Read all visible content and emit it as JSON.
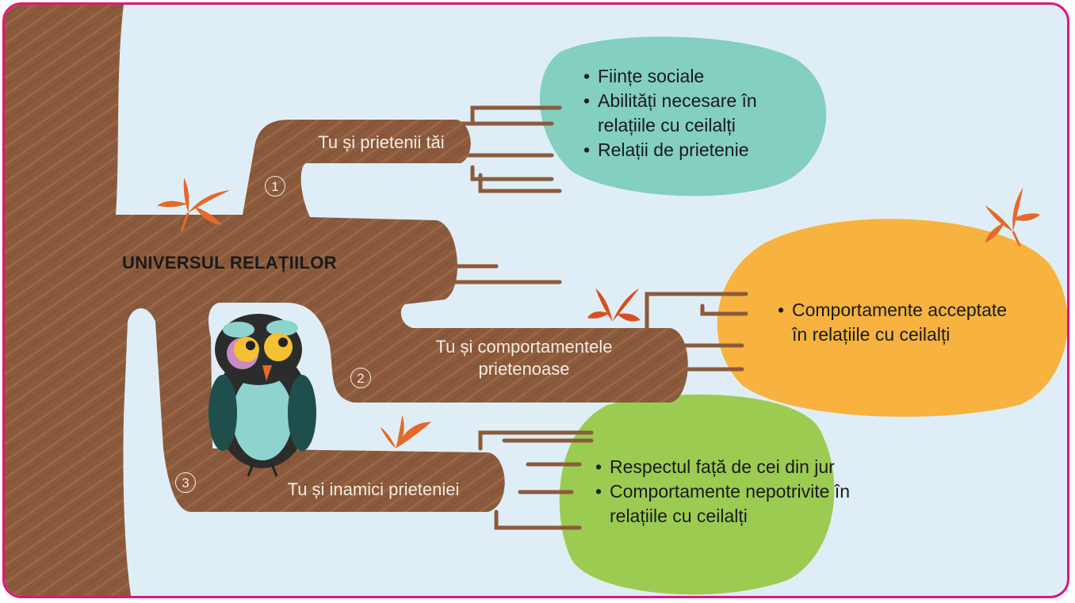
{
  "diagram": {
    "title": "UNIVERSUL RELAȚIILOR",
    "branches": [
      {
        "number": "1",
        "label": "Tu și prietenii tăi",
        "items": [
          "Ființe sociale",
          "Abilități necesare în relațiile cu ceilalți",
          "Relații de prietenie"
        ]
      },
      {
        "number": "2",
        "label": "Tu și comportamentele prietenoase",
        "items": [
          "Comportamente acceptate în relațiile cu ceilalți"
        ]
      },
      {
        "number": "3",
        "label": "Tu și inamici prieteniei",
        "items": [
          "Respectul față de cei din jur",
          "Comportamente nepotrivite în relațiile cu ceilalți"
        ]
      }
    ]
  },
  "colors": {
    "frame": "#e0157f",
    "background": "#dfeef6",
    "bark": "#8b5a3c",
    "bubble1": "#83cfc0",
    "bubble2": "#f8b23f",
    "bubble3": "#9ccb52",
    "leaf": "#e6682a"
  }
}
